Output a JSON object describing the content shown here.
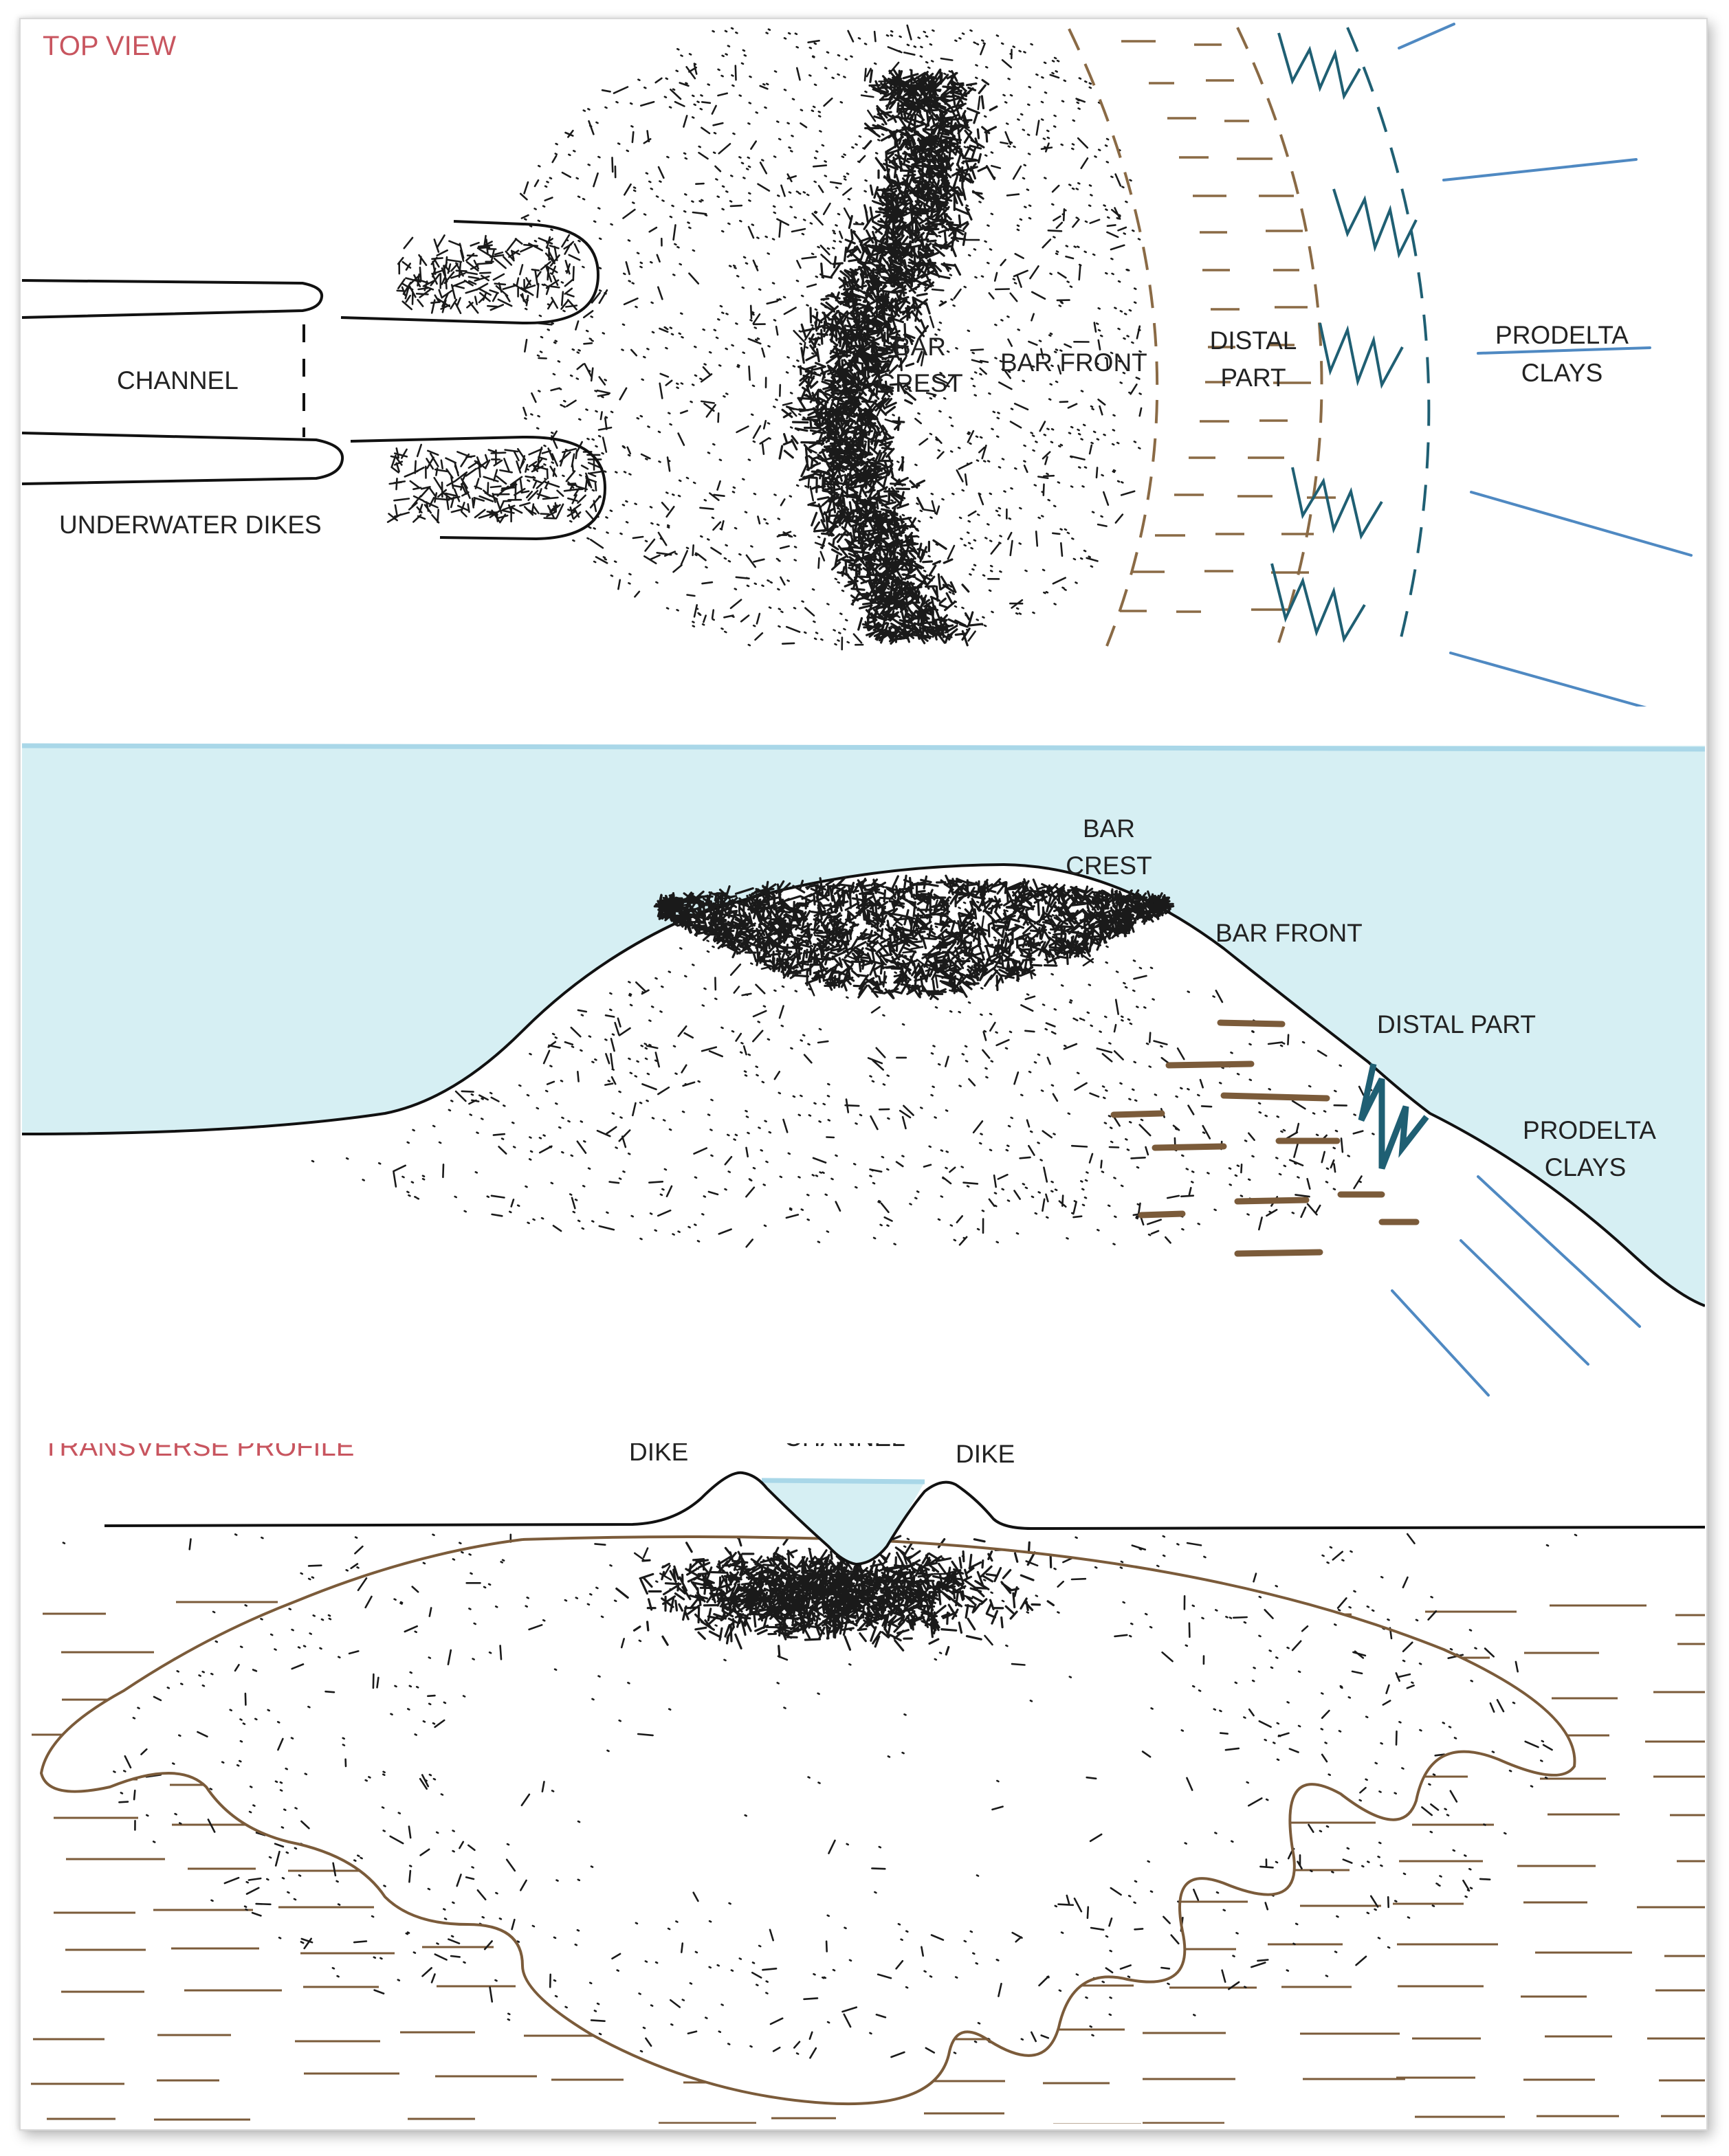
{
  "colors": {
    "section_title": "#c8555f",
    "outline": "#111111",
    "water": "#d6eff3",
    "water_line": "#a9d7e8",
    "brown": "#7b5b3a",
    "brown_dash": "#8a6a45",
    "teal": "#1f5f73",
    "blue": "#4f89c2",
    "dot": "#1a1a1a"
  },
  "top_view": {
    "title": "TOP VIEW",
    "channel": "CHANNEL",
    "underwater_dikes": "UNDERWATER DIKES",
    "bar_crest_1": "BAR",
    "bar_crest_2": "CREST",
    "bar_front": "BAR FRONT",
    "distal_1": "DISTAL",
    "distal_2": "PART",
    "prodelta_1": "PRODELTA",
    "prodelta_2": "CLAYS"
  },
  "longitudinal": {
    "title": "LONGITUDINAL PROFILE",
    "bar_crest_1": "BAR",
    "bar_crest_2": "CREST",
    "bar_front": "BAR FRONT",
    "distal": "DISTAL PART",
    "prodelta_1": "PRODELTA",
    "prodelta_2": "CLAYS"
  },
  "transverse": {
    "title": "TRANSVERSE PROFILE",
    "dike_left": "DIKE",
    "channel": "CHANNEL",
    "dike_right": "DIKE"
  }
}
